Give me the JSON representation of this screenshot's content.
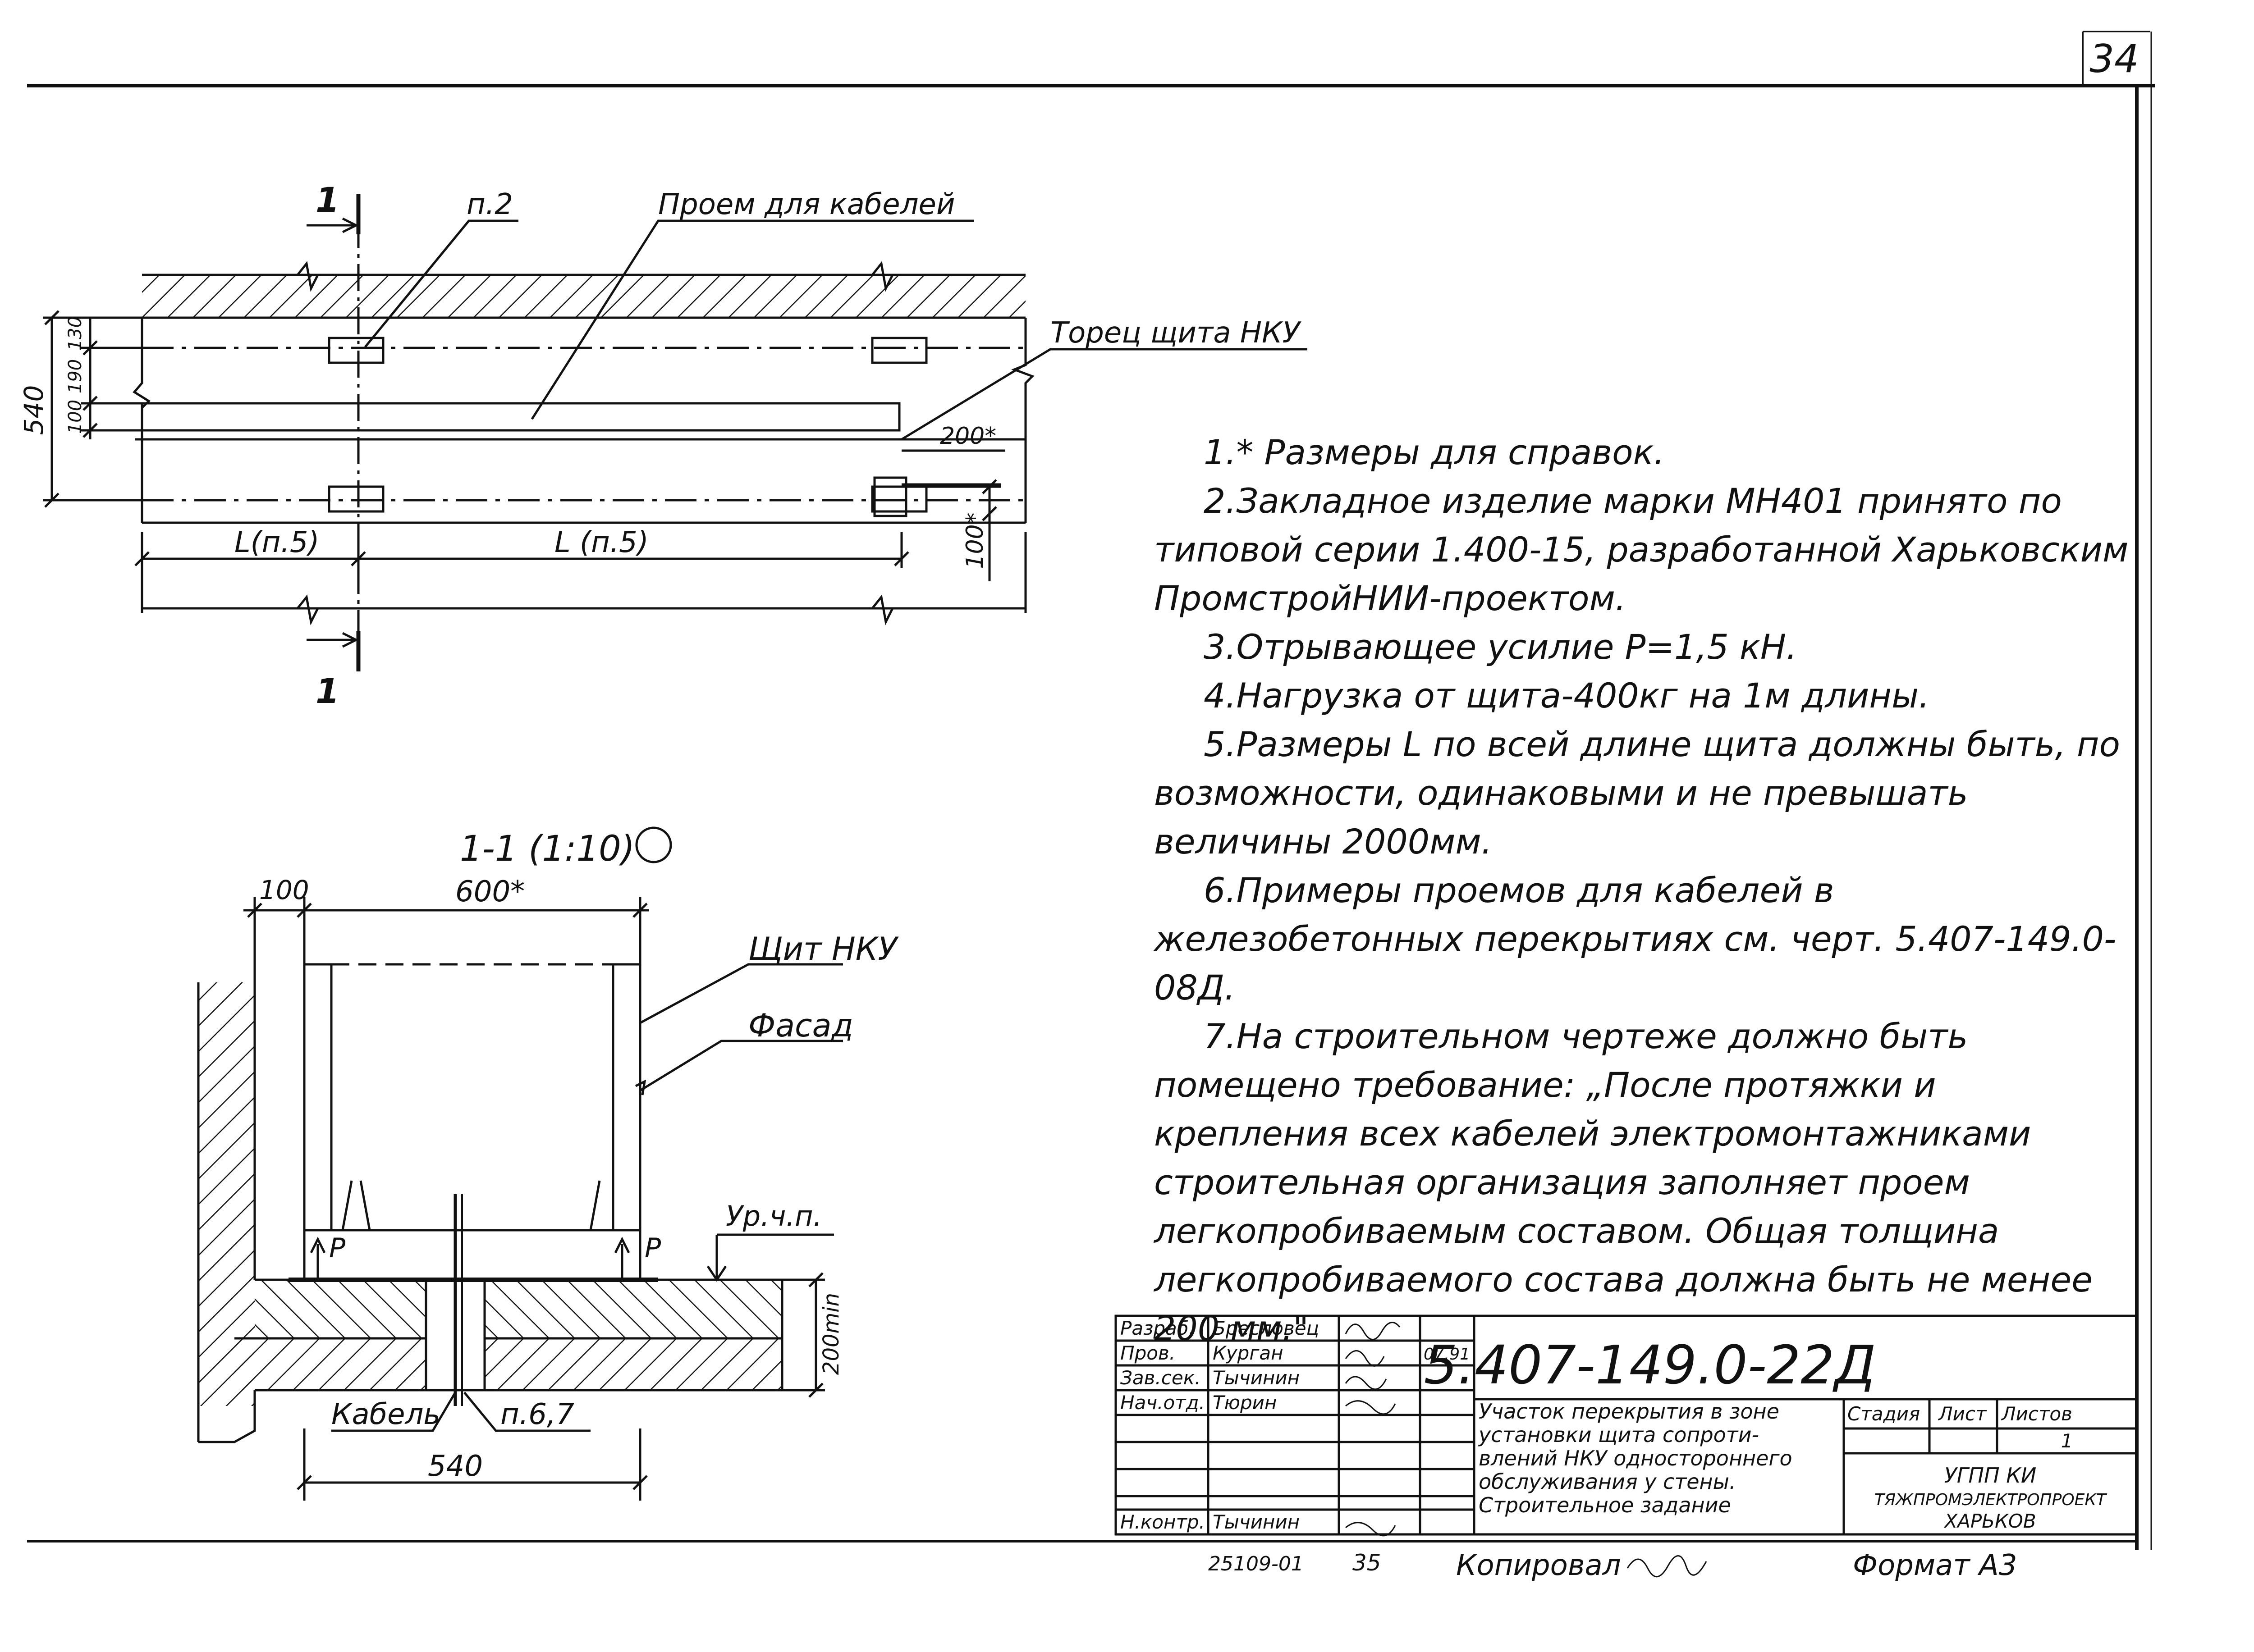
{
  "sheet": {
    "page_number": "34"
  },
  "plan": {
    "section_mark": "1",
    "label_item2": "п.2",
    "label_opening": "Проем для кабелей",
    "label_panel_end": "Торец щита НКУ",
    "dim_total": "540",
    "dim_130": "130",
    "dim_190": "190",
    "dim_100": "100",
    "dim_200": "200*",
    "dim_100v": "100*",
    "dim_L1": "L(п.5)",
    "dim_L2": "L (п.5)"
  },
  "section": {
    "title": "1-1 (1:10)",
    "dim_100": "100",
    "dim_600": "600*",
    "label_panel": "Щит НКУ",
    "label_facade": "Фасад",
    "label_level": "Ур.ч.п.",
    "label_P_left": "P",
    "label_P_right": "P",
    "dim_200min": "200min",
    "label_cable": "Кабель",
    "label_items67": "п.6,7",
    "dim_540": "540"
  },
  "notes": {
    "n1": "1.* Размеры для справок.",
    "n2": "2.Закладное изделие марки МН401 принято по типовой серии 1.400-15, разработанной Харьковским ПромстройНИИ-проектом.",
    "n3": "3.Отрывающее усилие P=1,5 кН.",
    "n4": "4.Нагрузка от щита-400кг на 1м длины.",
    "n5": "5.Размеры L по всей длине щита должны быть, по возможности, одинаковыми и не превышать величины 2000мм.",
    "n6": "6.Примеры проемов для кабелей в железобетонных перекрытиях см. черт. 5.407-149.0-08Д.",
    "n7": "7.На строительном чертеже должно быть помещено требование: „После протяжки и крепления всех кабелей электромонтажниками строительная организация заполняет проем легкопробиваемым составом. Общая толщина легкопробиваемого состава должна быть не менее 200 мм.\""
  },
  "title_block": {
    "roles": [
      "Разраб.",
      "Пров.",
      "Зав.сек.",
      "Нач.отд.",
      "",
      "",
      "",
      "Н.контр."
    ],
    "names": [
      "Бресловец",
      "Курган",
      "Тычинин",
      "Тюрин",
      "",
      "",
      "",
      "Тычинин"
    ],
    "date": "07.91",
    "designation": "5.407-149.0-22Д",
    "description": [
      "Участок перекрытия в зоне",
      "установки щита сопроти-",
      "влений НКУ одностороннего",
      "обслуживания у стены.",
      "Строительное задание"
    ],
    "col_stage": "Стадия",
    "col_sheet": "Лист",
    "col_sheets": "Листов",
    "sheets_value": "1",
    "org": [
      "УГПП КИ",
      "ТЯЖПРОМЭЛЕКТРОПРОЕКТ",
      "ХАРЬКОВ"
    ]
  },
  "footer": {
    "inv": "25109-01",
    "num": "35",
    "copied": "Копировал",
    "format": "Формат А3"
  }
}
